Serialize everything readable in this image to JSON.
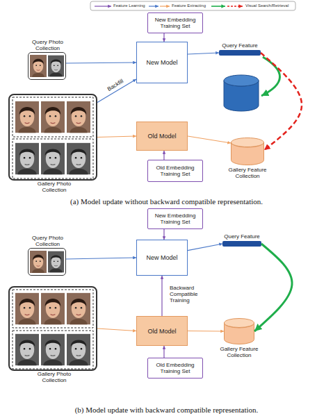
{
  "diagram": {
    "nodes": [
      {
        "text": [
          "New Embedding Training Set"
        ]
      },
      {
        "text": [
          "Query Photo Collection"
        ]
      },
      {
        "text": [
          "New Model"
        ]
      },
      {
        "text": [
          "Query Feature"
        ]
      },
      {
        "text": [
          "Gallery Photo Collection"
        ]
      },
      {
        "text": [
          "Old Model"
        ]
      },
      {
        "text": [
          "Gallery Feature Collection"
        ]
      },
      {
        "text": [
          "Old Embedding Training Set"
        ]
      },
      {
        "text": [
          "New Embedding Training Set"
        ]
      },
      {
        "text": [
          "Query Photo Collection"
        ]
      },
      {
        "text": [
          "New Model"
        ]
      },
      {
        "text": [
          "Query Feature"
        ]
      },
      {
        "text": [
          "Gallery Photo Collection"
        ]
      },
      {
        "text": [
          "Old Model"
        ]
      },
      {
        "text": [
          "Gallery Feature Collection"
        ]
      },
      {
        "text": [
          "Old Embedding Training Set"
        ]
      }
    ],
    "edges": [
      {
        "from": 0,
        "to": 2,
        "arrow": "to"
      },
      {
        "from": 1,
        "to": 2,
        "arrow": "to"
      },
      {
        "from": 2,
        "to": 3,
        "arrow": "to"
      },
      {
        "from": 4,
        "to": 2,
        "label": "Backfill",
        "arrow": "to"
      },
      {
        "from": 4,
        "to": 5,
        "arrow": "to"
      },
      {
        "from": 7,
        "to": 5,
        "arrow": "to"
      },
      {
        "from": 5,
        "to": 6,
        "arrow": "to"
      },
      {
        "from": 3,
        "to": 6,
        "arrow": "to"
      },
      {
        "from": 8,
        "to": 10,
        "arrow": "to"
      },
      {
        "from": 9,
        "to": 10,
        "arrow": "to"
      },
      {
        "from": 10,
        "to": 11,
        "arrow": "to"
      },
      {
        "from": 13,
        "to": 10,
        "label": "Backward Compatible Training",
        "arrow": "to"
      },
      {
        "from": 12,
        "to": 13,
        "arrow": "to"
      },
      {
        "from": 15,
        "to": 13,
        "arrow": "to"
      },
      {
        "from": 13,
        "to": 14,
        "arrow": "to"
      },
      {
        "from": 11,
        "to": 14,
        "arrow": "to"
      }
    ],
    "labels": [
      "(a) Model update without backward compatible representation.",
      "(b) Model update with backward compatible representation."
    ],
    "legend": [
      {
        "text": "Feature Learning"
      },
      {
        "text": "Feature Extracting"
      },
      {
        "text": "Visual Search/Retrieval"
      }
    ]
  }
}
